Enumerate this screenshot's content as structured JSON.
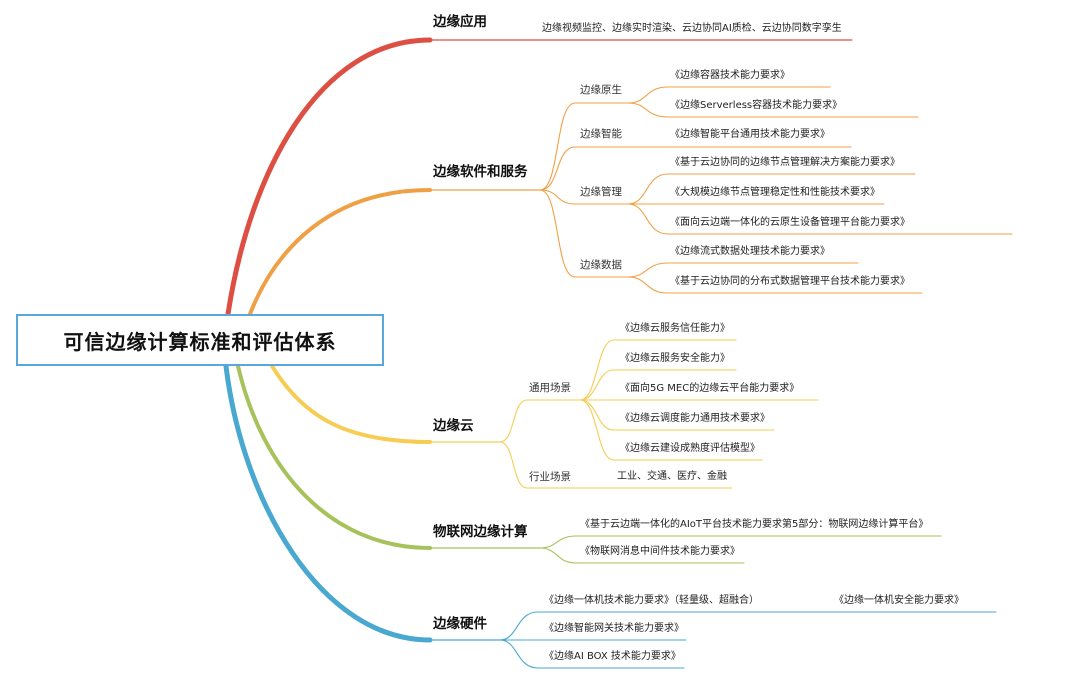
{
  "root": {
    "title": "可信边缘计算标准和评估体系"
  },
  "colors": {
    "root_border": "#5aa6df",
    "edge_app": "#dc4f42",
    "edge_software": "#f0a044",
    "edge_cloud": "#f6cc52",
    "edge_iot": "#a7c25a",
    "edge_hardware": "#49a8d0"
  },
  "branches": {
    "edge_app": {
      "label": "边缘应用",
      "leaves": [
        "边缘视频监控、边缘实时渲染、云边协同AI质检、云边协同数字孪生"
      ]
    },
    "edge_software": {
      "label": "边缘软件和服务",
      "cloud_native": {
        "label": "边缘原生",
        "leaves": [
          "《边缘容器技术能力要求》",
          "《边缘Serverless容器技术能力要求》"
        ]
      },
      "intelligence": {
        "label": "边缘智能",
        "leaves": [
          "《边缘智能平台通用技术能力要求》"
        ]
      },
      "management": {
        "label": "边缘管理",
        "leaves": [
          "《基于云边协同的边缘节点管理解决方案能力要求》",
          "《大规模边缘节点管理稳定性和性能技术要求》",
          "《面向云边端一体化的云原生设备管理平台能力要求》"
        ]
      },
      "data": {
        "label": "边缘数据",
        "leaves": [
          "《边缘流式数据处理技术能力要求》",
          "《基于云边协同的分布式数据管理平台技术能力要求》"
        ]
      }
    },
    "edge_cloud": {
      "label": "边缘云",
      "general": {
        "label": "通用场景",
        "leaves": [
          "《边缘云服务信任能力》",
          "《边缘云服务安全能力》",
          "《面向5G MEC的边缘云平台能力要求》",
          "《边缘云调度能力通用技术要求》",
          "《边缘云建设成熟度评估模型》"
        ]
      },
      "industry": {
        "label": "行业场景",
        "leaves": [
          "工业、交通、医疗、金融"
        ]
      }
    },
    "iot": {
      "label": "物联网边缘计算",
      "leaves": [
        "《基于云边端一体化的AIoT平台技术能力要求第5部分：物联网边缘计算平台》",
        "《物联网消息中间件技术能力要求》"
      ]
    },
    "hardware": {
      "label": "边缘硬件",
      "leaves": [
        "《边缘一体机技术能力要求》（轻量级、超融合）",
        "《边缘智能网关技术能力要求》",
        "《边缘AI BOX 技术能力要求》"
      ],
      "extra": "《边缘一体机安全能力要求》"
    }
  }
}
